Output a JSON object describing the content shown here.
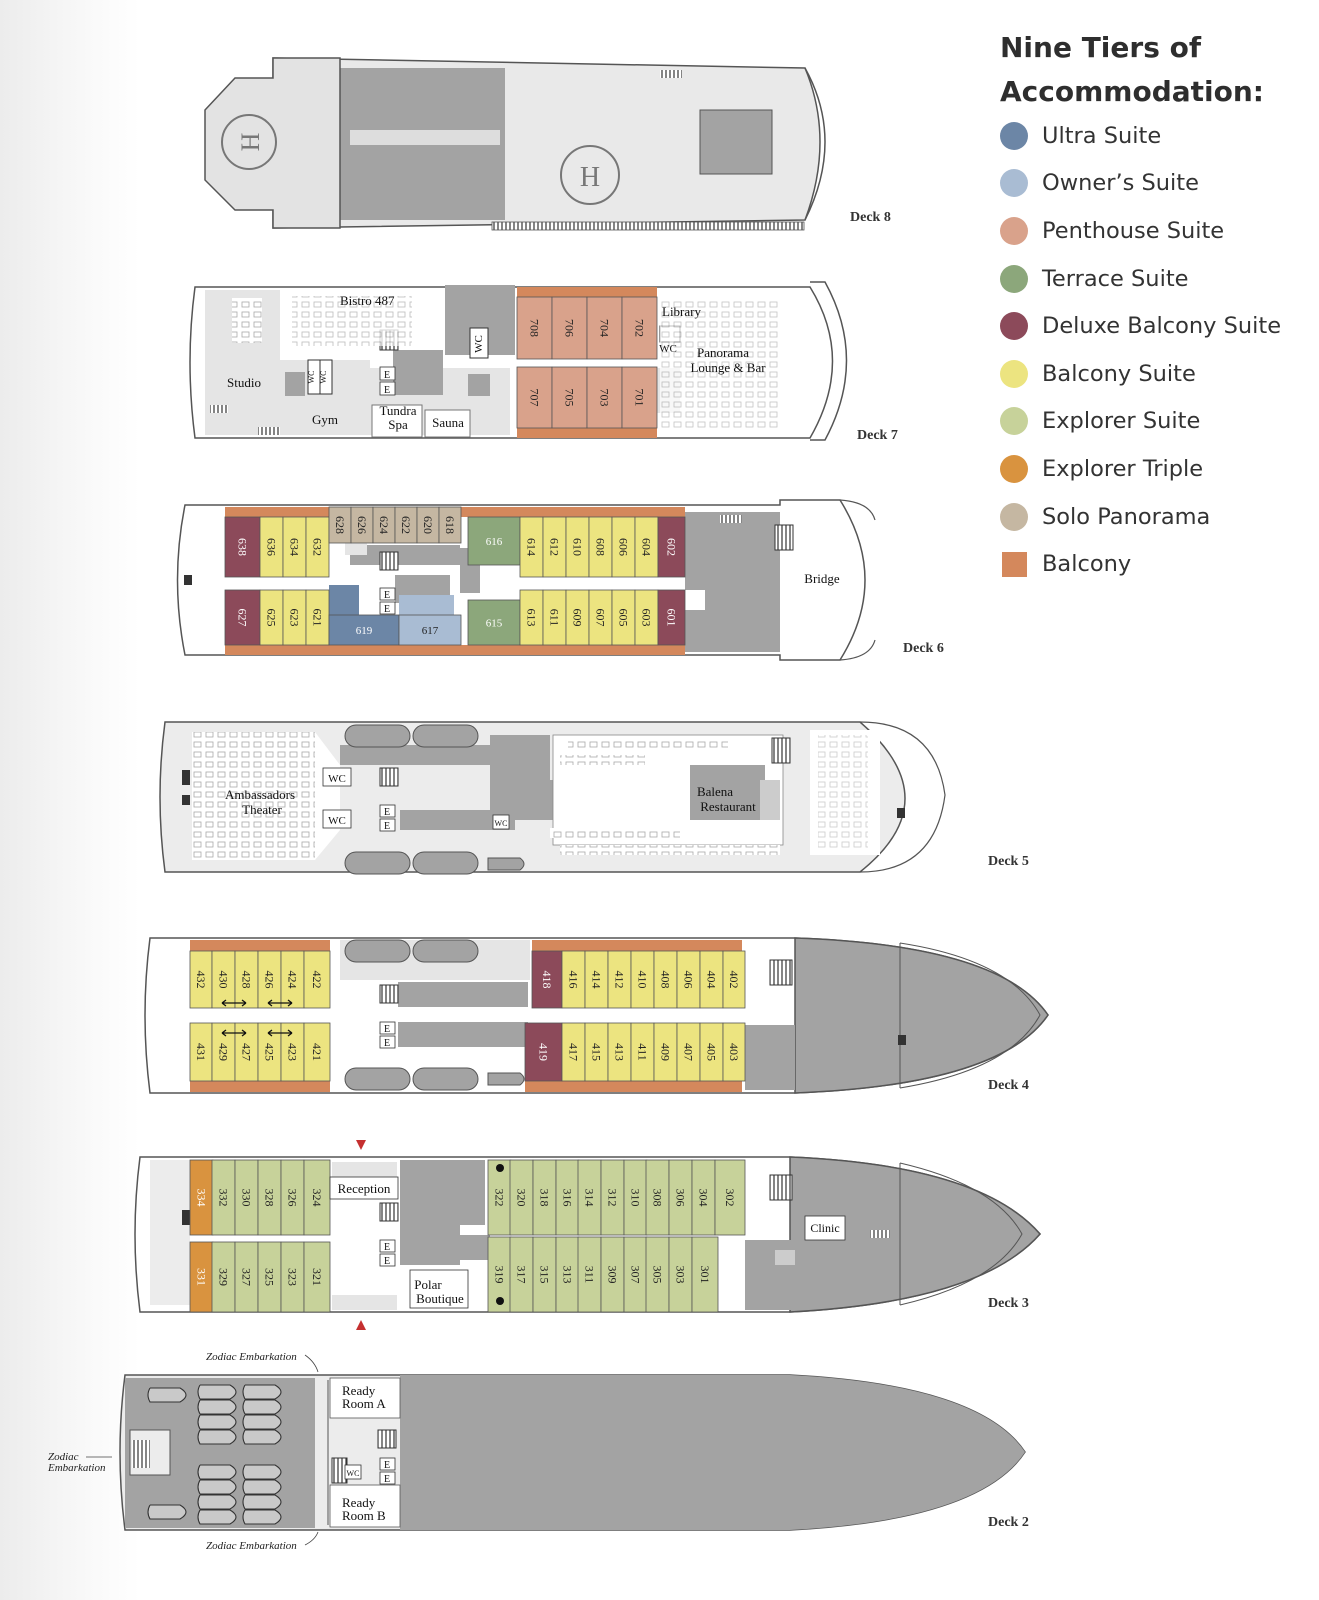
{
  "legend": {
    "title_line1": "Nine Tiers of",
    "title_line2": "Accommodation:",
    "items": [
      {
        "label": "Ultra Suite",
        "color": "#6c86a6",
        "icon": "circle-swatch"
      },
      {
        "label": "Owner’s Suite",
        "color": "#a9bcd3",
        "icon": "circle-swatch"
      },
      {
        "label": "Penthouse Suite",
        "color": "#d9a28b",
        "icon": "circle-swatch"
      },
      {
        "label": "Terrace Suite",
        "color": "#8ca77b",
        "icon": "circle-swatch"
      },
      {
        "label": "Deluxe Balcony Suite",
        "color": "#8c4a5a",
        "icon": "circle-swatch"
      },
      {
        "label": "Balcony Suite",
        "color": "#ece480",
        "icon": "circle-swatch"
      },
      {
        "label": "Explorer Suite",
        "color": "#c7d29a",
        "icon": "circle-swatch"
      },
      {
        "label": "Explorer Triple",
        "color": "#d9933f",
        "icon": "circle-swatch"
      },
      {
        "label": "Solo Panorama",
        "color": "#c5b7a2",
        "icon": "circle-swatch"
      },
      {
        "label": "Balcony",
        "color": "#d4885c",
        "icon": "square-swatch"
      }
    ]
  },
  "decks": {
    "deck8": {
      "label": "Deck 8",
      "helipad_letter": "H"
    },
    "deck7": {
      "label": "Deck 7",
      "venues": [
        "Bistro 487",
        "Library",
        "WC",
        "WC",
        "WC",
        "Panorama",
        "Lounge & Bar",
        "Studio",
        "Gym",
        "Tundra",
        "Spa",
        "Sauna",
        "WC"
      ],
      "elevator": "E",
      "cabins_top": [
        "708",
        "706",
        "704",
        "702"
      ],
      "cabins_bottom": [
        "707",
        "705",
        "703",
        "701"
      ]
    },
    "deck6": {
      "label": "Deck 6",
      "venues": [
        "Bridge"
      ],
      "elevator": "E",
      "cabins_top": [
        "638",
        "636",
        "634",
        "632",
        "628",
        "626",
        "624",
        "622",
        "620",
        "618",
        "616",
        "614",
        "612",
        "610",
        "608",
        "606",
        "604",
        "602"
      ],
      "cabins_bottom": [
        "627",
        "625",
        "623",
        "621",
        "619",
        "617",
        "615",
        "613",
        "611",
        "609",
        "607",
        "605",
        "603",
        "601"
      ]
    },
    "deck5": {
      "label": "Deck 5",
      "venues": [
        "Ambassadors",
        "Theater",
        "WC",
        "WC",
        "WC",
        "Balena",
        "Restaurant"
      ],
      "elevator": "E"
    },
    "deck4": {
      "label": "Deck 4",
      "elevator": "E",
      "cabins_top": [
        "432",
        "430",
        "428",
        "426",
        "424",
        "422",
        "418",
        "416",
        "414",
        "412",
        "410",
        "408",
        "406",
        "404",
        "402"
      ],
      "cabins_bottom": [
        "431",
        "429",
        "427",
        "425",
        "423",
        "421",
        "419",
        "417",
        "415",
        "413",
        "411",
        "409",
        "407",
        "405",
        "403"
      ],
      "connecting_icon": "double-arrow-icon"
    },
    "deck3": {
      "label": "Deck 3",
      "venues": [
        "Reception",
        "Polar",
        "Boutique",
        "Clinic"
      ],
      "elevator": "E",
      "cabins_top": [
        "334",
        "332",
        "330",
        "328",
        "326",
        "324",
        "322",
        "320",
        "318",
        "316",
        "314",
        "312",
        "310",
        "308",
        "306",
        "304",
        "302"
      ],
      "cabins_bottom": [
        "331",
        "329",
        "327",
        "325",
        "323",
        "321",
        "319",
        "317",
        "315",
        "313",
        "311",
        "309",
        "307",
        "305",
        "303",
        "301"
      ]
    },
    "deck2": {
      "label": "Deck 2",
      "venues": [
        "Ready",
        "Room A",
        "Ready",
        "Room B",
        "WC"
      ],
      "elevator": "E",
      "embarkation": [
        "Zodiac Embarkation",
        "Zodiac",
        "Embarkation",
        "Zodiac Embarkation"
      ]
    }
  }
}
